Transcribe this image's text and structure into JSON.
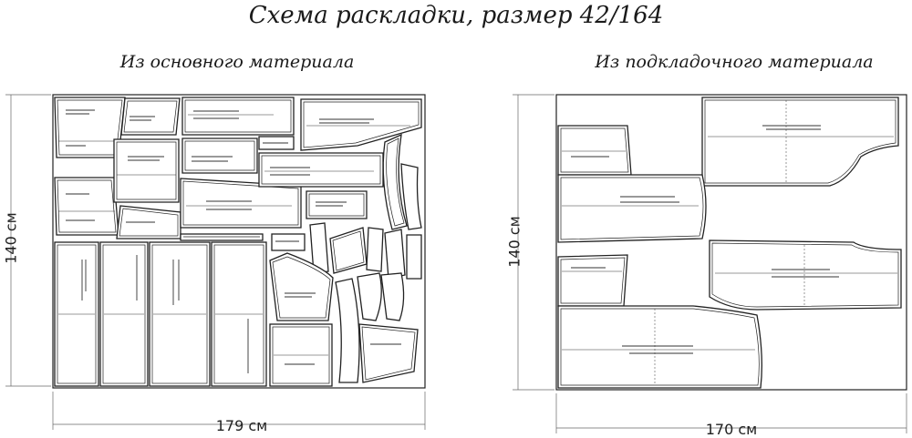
{
  "title": "Схема раскладки, размер 42/164",
  "layouts": {
    "main": {
      "subtitle": "Из основного материала",
      "width_label": "179 см",
      "height_label": "140 см"
    },
    "lining": {
      "subtitle": "Из подкладочного материала",
      "width_label": "170 см",
      "height_label": "140 см"
    }
  }
}
